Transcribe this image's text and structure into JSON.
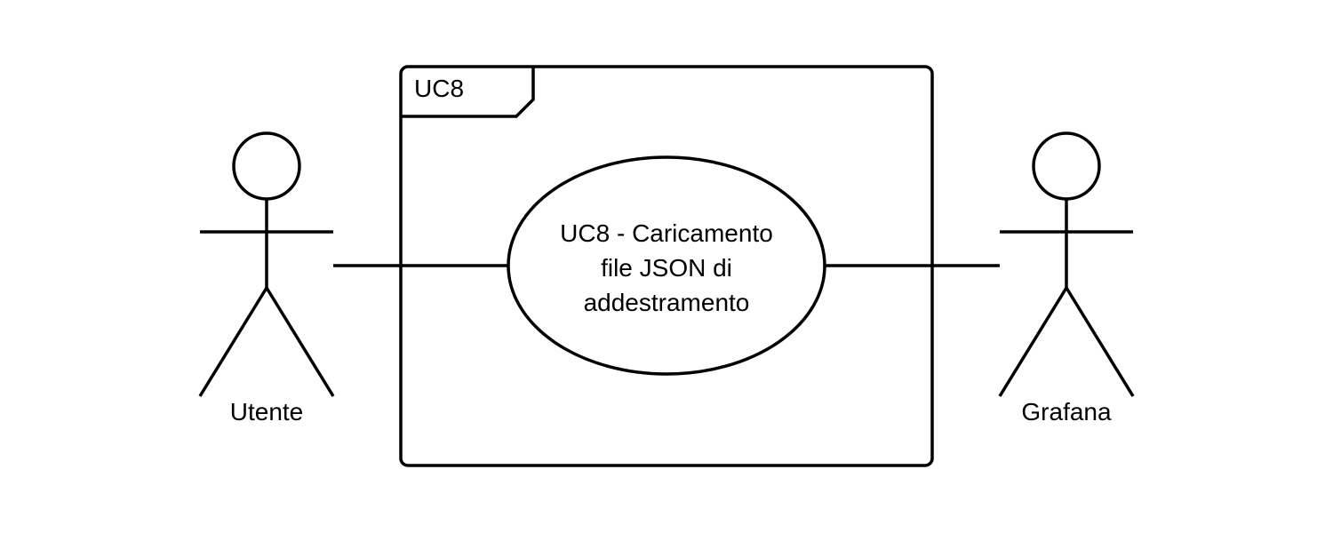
{
  "diagram": {
    "type": "uml-use-case",
    "system_boundary": {
      "label": "UC8"
    },
    "use_case": {
      "lines": [
        "UC8 - Caricamento",
        "file JSON di",
        "addestramento"
      ]
    },
    "actors": [
      {
        "name": "Utente"
      },
      {
        "name": "Grafana"
      }
    ],
    "associations": [
      {
        "from": "Utente",
        "to": "UC8 - Caricamento file JSON di addestramento"
      },
      {
        "from": "Grafana",
        "to": "UC8 - Caricamento file JSON di addestramento"
      }
    ]
  }
}
